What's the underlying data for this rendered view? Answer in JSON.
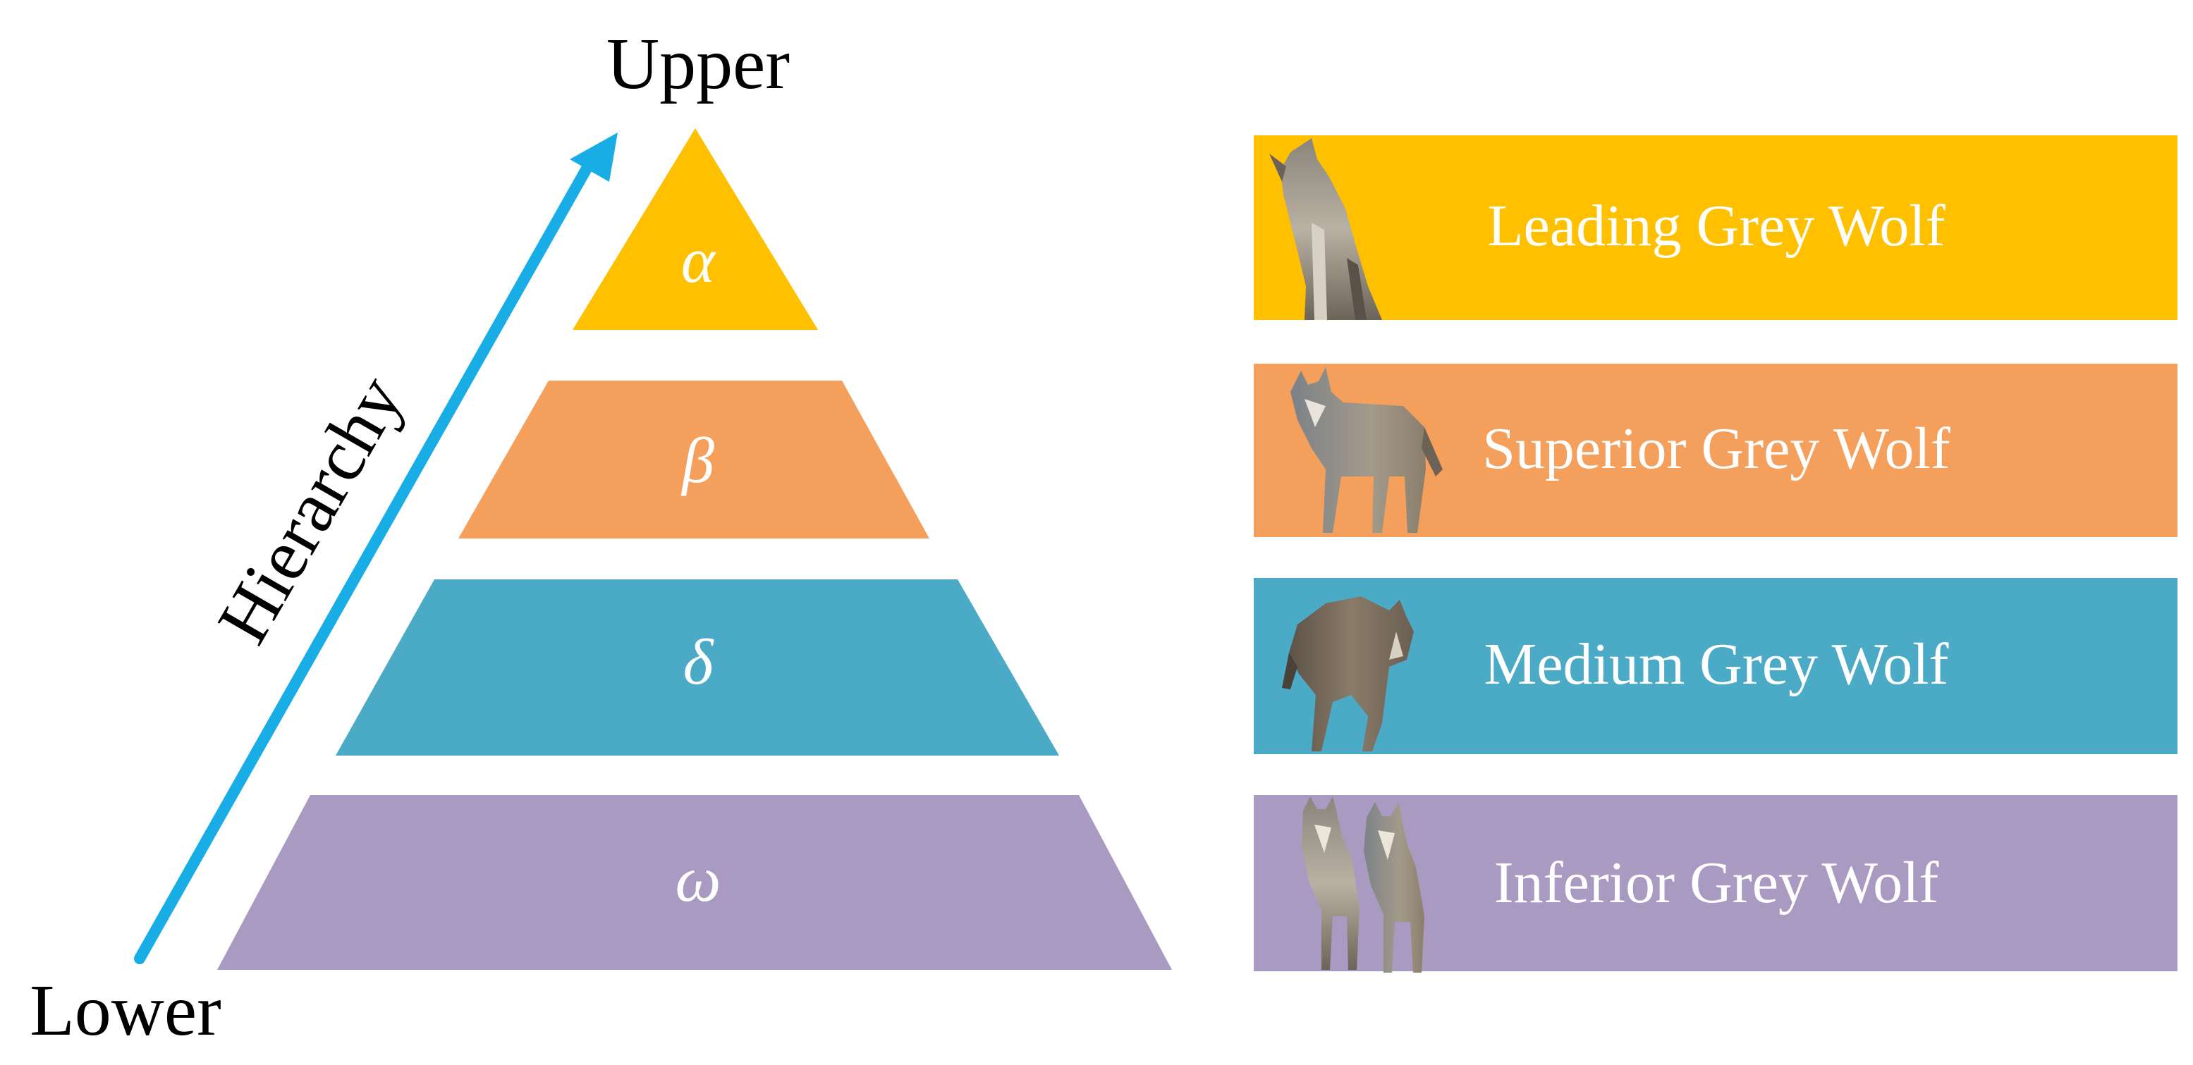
{
  "hierarchy": {
    "upper_label": "Upper",
    "lower_label": "Lower",
    "axis_label": "Hierarchy"
  },
  "colors": {
    "arrow": "#19ADE6",
    "alpha": "#FFC000",
    "beta": "#F4A05C",
    "delta": "#4BAAC6",
    "omega": "#A99AC2",
    "text_light": "#FFFFFF",
    "text_dark": "#000000"
  },
  "tiers": [
    {
      "symbol": "α",
      "label": "Leading Grey Wolf",
      "color": "#FFC000",
      "icon": "howling-wolf-icon"
    },
    {
      "symbol": "β",
      "label": "Superior Grey Wolf",
      "color": "#F4A05C",
      "icon": "standing-wolf-icon"
    },
    {
      "symbol": "δ",
      "label": "Medium Grey Wolf",
      "color": "#4BAAC6",
      "icon": "walking-wolf-icon"
    },
    {
      "symbol": "ω",
      "label": "Inferior Grey Wolf",
      "color": "#A99AC2",
      "icon": "wolf-pair-icon"
    }
  ]
}
